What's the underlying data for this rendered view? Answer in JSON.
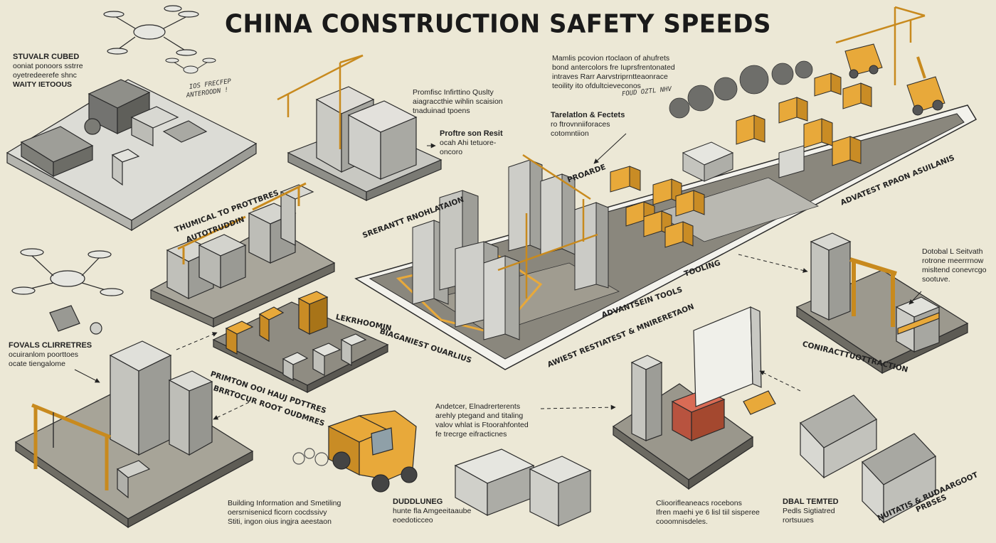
{
  "title": "CHINA CONSTRUCTION SAFETY SPEEDS",
  "notes": [
    {
      "id": "n1",
      "heading": "STUVALR CUBED",
      "lines": [
        "ooniat ponoors sstrre",
        "oyetredeerefe shnc",
        "WAITY IETOOUS"
      ]
    },
    {
      "id": "n2",
      "heading": "",
      "lines": [
        "Mamlis pcovion rtoclaon of ahufrets",
        "bond antercolors fre Iuprsfrentonated",
        "intraves Rarr Aarvstriprntteaonrace",
        "teoility ito ofdultcieveconos"
      ]
    },
    {
      "id": "n3",
      "heading": "",
      "lines": [
        "Promfisc Infirttino Quslty",
        "aiagraccthie wihlin scaision",
        "tnaduinad tpoens"
      ]
    },
    {
      "id": "n4",
      "heading": "Tarelatlon & Fectets",
      "lines": [
        "ro ftrovnniiforaces",
        "cotomntiion"
      ]
    },
    {
      "id": "n5",
      "heading": "Proftre son Resit",
      "lines": [
        "ocah Ahi tetuore-",
        "oncoro"
      ]
    },
    {
      "id": "n6",
      "heading": "",
      "lines": [
        "Dotobal L Seitvath",
        "rotrone meerrrnow",
        "misltend conevrcgo",
        "sootuve."
      ]
    },
    {
      "id": "n7",
      "heading": "FOVALS CLIRRETRES",
      "lines": [
        "ocuiranlom poorttoes",
        "ocate tiengalome"
      ]
    },
    {
      "id": "n8",
      "heading": "",
      "lines": [
        "Andetcer, Elnadrerterents",
        "arehly ptegand and titaling",
        "valov whlat is Ftoorahfonted",
        "fe trecrge eifracticnes"
      ]
    },
    {
      "id": "n9",
      "heading": "",
      "lines": [
        "Building Information and Smetiling",
        "oersrnisenicd ficorn cocdssivy",
        "Stiti, ingon oius ingjra aeestaon"
      ]
    },
    {
      "id": "n10",
      "heading": "DUDDLUNEG",
      "lines": [
        "hunte fla Amgeeitaaube",
        "eoedoticceo"
      ]
    },
    {
      "id": "n11",
      "heading": "",
      "lines": [
        "Clioorifleaneacs rocebons",
        "Ifren maehi ye 6 lisl tiil sisperee",
        "cooomnisdeles."
      ]
    },
    {
      "id": "n12",
      "heading": "DBAL TEMTED",
      "lines": [
        "Pedls Sigtiatred",
        "rortsuues"
      ]
    }
  ],
  "tags": [
    {
      "id": "t1",
      "text": "THUMICAL TO PROTTBRES"
    },
    {
      "id": "t2",
      "text": "AUTOTRUDDIN"
    },
    {
      "id": "t3",
      "text": "SRERANTT RNOHLATAION"
    },
    {
      "id": "t4",
      "text": "PROARDE"
    },
    {
      "id": "t5",
      "text": "ADVATEST RPAON ASUILANIS"
    },
    {
      "id": "t6",
      "text": "TOOLING"
    },
    {
      "id": "t7",
      "text": "ADVANTSEIN TOOLS"
    },
    {
      "id": "t8",
      "text": "AWIEST RESTIATEST & MNIRERETAON"
    },
    {
      "id": "t9",
      "text": "BIAGANIEST OUARLIUS"
    },
    {
      "id": "t10",
      "text": "LEKRHOOMIN"
    },
    {
      "id": "t11",
      "text": "PRIMTON OOI HAUJ PDTTRES"
    },
    {
      "id": "t12",
      "text": "BRRTOCUR ROOT OUDMRES"
    },
    {
      "id": "t13",
      "text": "CONIRACTTUOTTRACTION"
    },
    {
      "id": "t14",
      "text": "NUITATIS & RUDAARGOOT"
    },
    {
      "id": "t15",
      "text": "PRBSES"
    }
  ],
  "hand_notes": [
    {
      "id": "h1",
      "text": "IOS FRECFEP"
    },
    {
      "id": "h2",
      "text": "ANTEROODN !"
    },
    {
      "id": "h3",
      "text": "FOUD OZTL NHV"
    }
  ],
  "colors": {
    "background": "#ece8d6",
    "accent_orange": "#e8a93a",
    "ground": "#8a877d",
    "platform": "#dcdcd6",
    "building": "#c9c9c4",
    "outline": "#2a2a2a",
    "red_machine": "#d96b55",
    "smoke": "#6e6e6a"
  }
}
